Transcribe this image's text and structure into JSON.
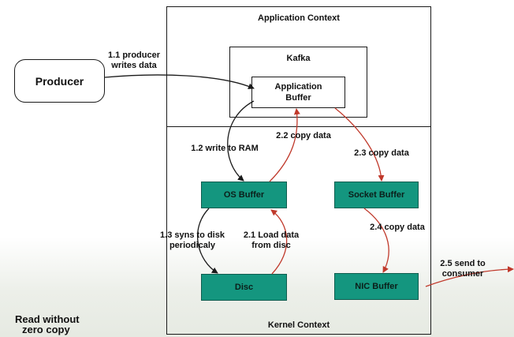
{
  "diagram": {
    "contexts": {
      "application": "Application Context",
      "kernel": "Kernel Context"
    },
    "nodes": {
      "kafka": "Kafka",
      "application_buffer": "Application Buffer",
      "producer": "Producer",
      "os_buffer": "OS Buffer",
      "socket_buffer": "Socket Buffer",
      "disc": "Disc",
      "nic_buffer": "NIC Buffer"
    },
    "edges": {
      "e1_1": [
        "1.1 producer",
        "writes data"
      ],
      "e1_2": "1.2 write to RAM",
      "e1_3": [
        "1.3 syns to disk",
        "periodicaly"
      ],
      "e2_1": [
        "2.1 Load data",
        "from disc"
      ],
      "e2_2": "2.2 copy data",
      "e2_3": "2.3 copy data",
      "e2_4": "2.4 copy data",
      "e2_5": [
        "2.5 send to",
        "consumer"
      ]
    },
    "caption": [
      "Read without",
      "zero copy"
    ],
    "colors": {
      "black_arrow": "#1a1a1a",
      "red_arrow": "#c0392b",
      "buffer_fill": "#14967f"
    }
  }
}
